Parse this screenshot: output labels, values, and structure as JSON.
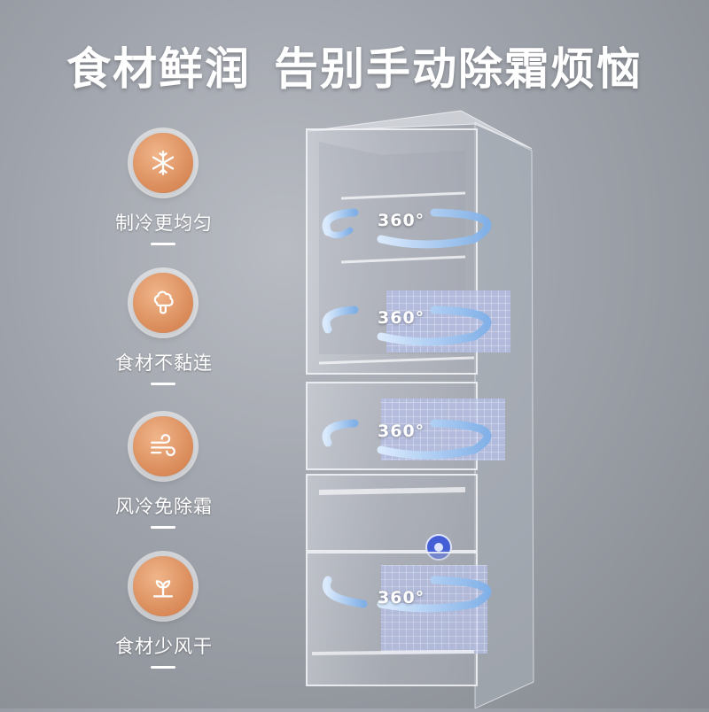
{
  "headline": {
    "part1": "食材鲜润",
    "part2": "告别手动除霜烦恼"
  },
  "features": [
    {
      "label": "制冷更均匀",
      "icon": "snowflake-icon"
    },
    {
      "label": "食材不黏连",
      "icon": "broccoli-icon"
    },
    {
      "label": "风冷免除霜",
      "icon": "wind-icon"
    },
    {
      "label": "食材少风干",
      "icon": "sprout-icon"
    }
  ],
  "airflow_labels": [
    "360°",
    "360°",
    "360°",
    "360°"
  ],
  "colors": {
    "badge": "#d98a58",
    "background": "#9fa3ab",
    "text": "#ffffff",
    "airflow": "#7fb0e8"
  }
}
